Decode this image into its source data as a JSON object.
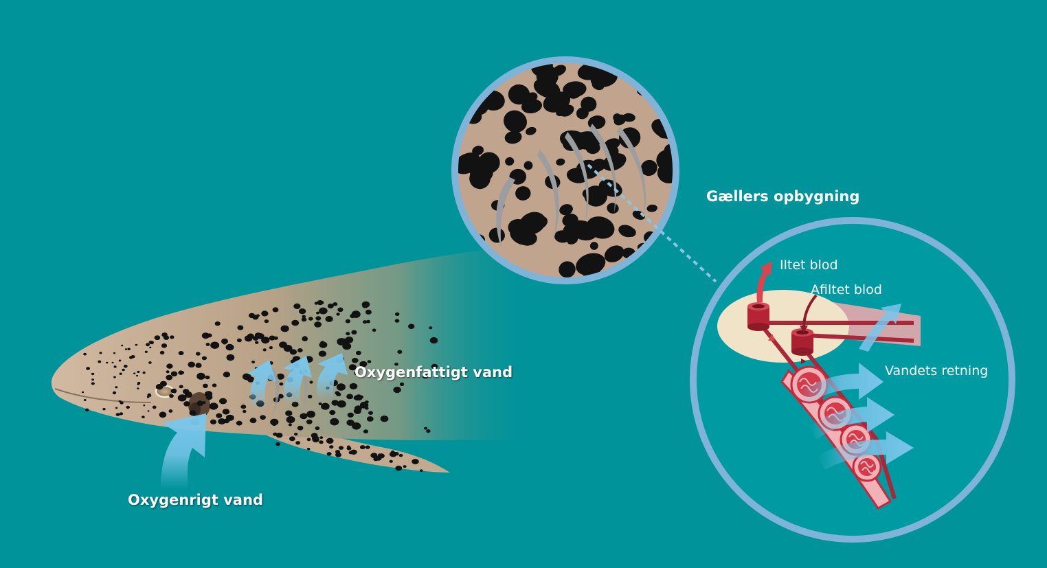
{
  "labels": {
    "oxygen_rich": "Oxygenrigt vand",
    "oxygen_poor": "Oxygenfattigt vand",
    "gill_structure": "Gællers opbygning",
    "oxygenated_blood": "Iltet blod",
    "deoxygenated_blood": "Afiltet blod",
    "water_direction": "Vandets retning"
  },
  "colors": {
    "background": "#00939a",
    "fish_skin": "#c8ad96",
    "spots": "#121212",
    "water_arrow": "#7ac6ea",
    "circle_border": "#7fb3d8",
    "blood_red": "#c8283a",
    "gill_pink": "#f2b6bb"
  }
}
